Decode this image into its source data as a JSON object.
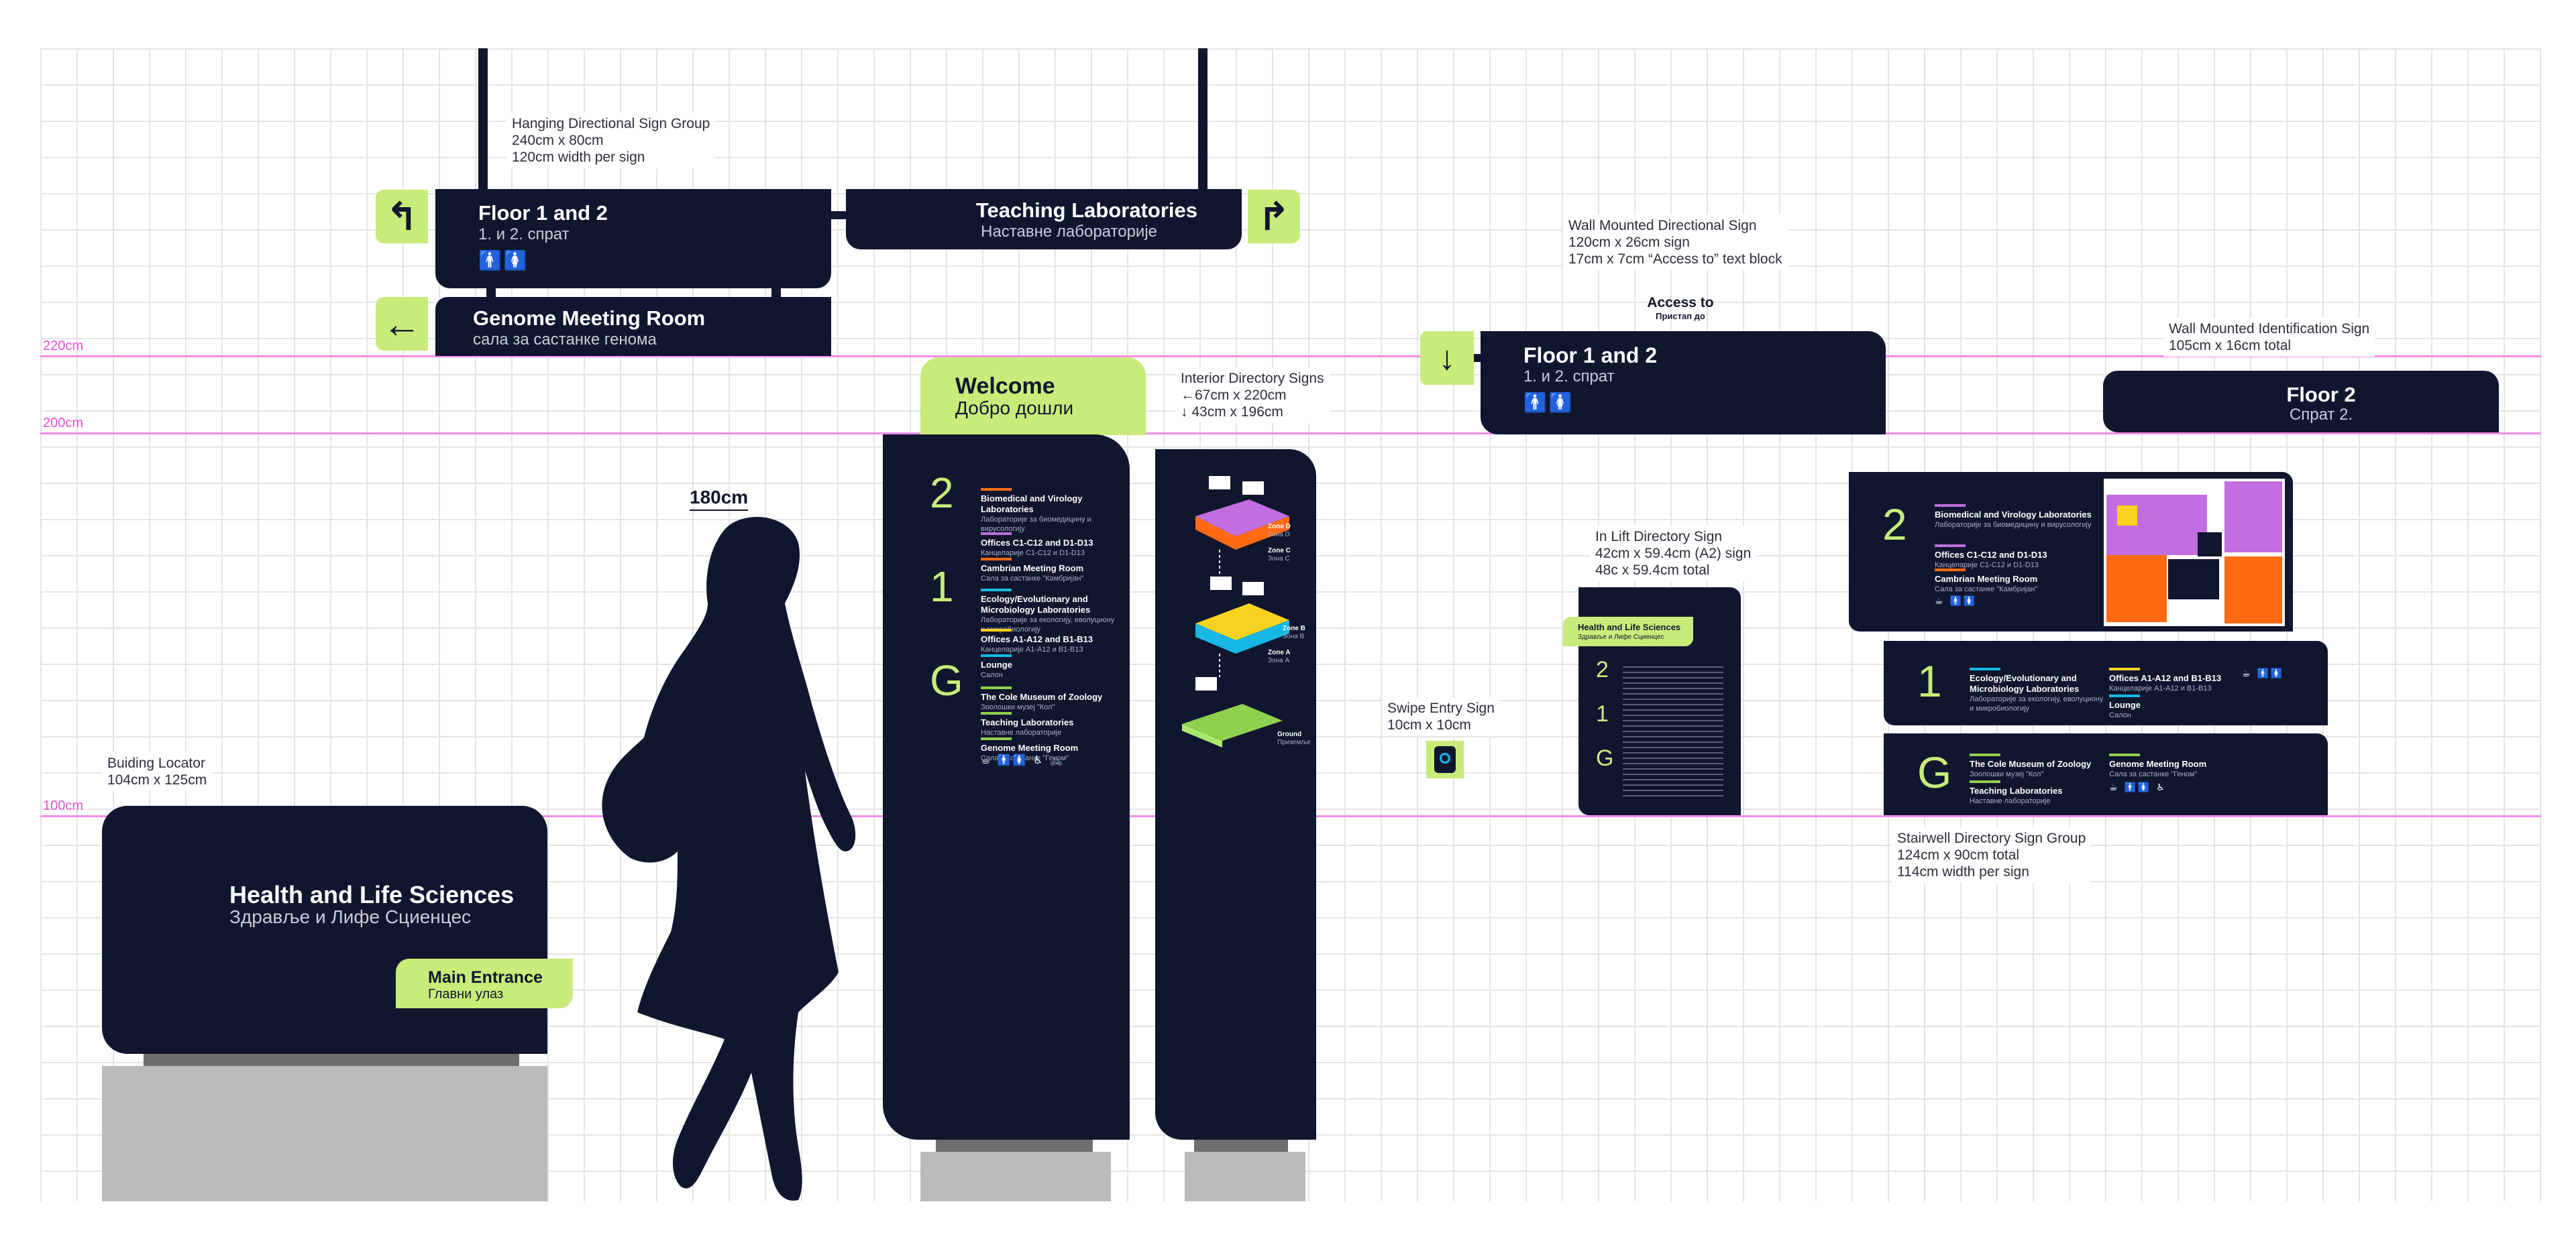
{
  "guides": {
    "h220": "220cm",
    "h200": "200cm",
    "h100": "100cm"
  },
  "colors": {
    "navy": "#11162f",
    "lime": "#c8ec7a",
    "guide": "#f58be8",
    "purple": "#c06ee0",
    "orange": "#ff6a13",
    "cyan": "#16b7e3",
    "yellow": "#f7d21e",
    "green": "#8fd14f"
  },
  "hanging": {
    "note": [
      "Hanging Directional Sign Group",
      "240cm x 80cm",
      "120cm width per sign"
    ],
    "sign1": {
      "title": "Floor 1 and 2",
      "subtitle": "1. и 2. спрат",
      "arrow": "↰",
      "icons": "🚹🚺"
    },
    "sign2": {
      "title": "Teaching Laboratories",
      "subtitle": "Наставне лабораторије",
      "arrow": "↱"
    },
    "sign3": {
      "title": "Genome Meeting Room",
      "subtitle": "сала за састанке генома",
      "arrow": "←"
    }
  },
  "wall_directional": {
    "note": [
      "Wall Mounted Directional Sign",
      "120cm x 26cm sign",
      "17cm x 7cm “Access to” text block"
    ],
    "access_to": "Access to",
    "access_to_sr": "Пристап до",
    "title": "Floor 1 and 2",
    "subtitle": "1. и 2. спрат",
    "arrow": "↓",
    "icons": "🚹🚺"
  },
  "wall_identification": {
    "note": [
      "Wall Mounted Identification Sign",
      "105cm x 16cm total"
    ],
    "title": "Floor 2",
    "subtitle": "Спрат  2."
  },
  "interior": {
    "note": [
      "Interior Directory Signs",
      "←67cm x 220cm",
      "↓ 43cm x 196cm"
    ],
    "welcome": "Welcome",
    "welcome_sr": "Добро дошли",
    "floors": {
      "f2": "2",
      "f1": "1",
      "fg": "G"
    },
    "entries": [
      {
        "a": "Biomedical and Virology Laboratories",
        "b": "Лабораторије за биомедицину и вирусологију"
      },
      {
        "a": "Offices C1-C12 and D1-D13",
        "b": "Канцеларије C1-C12 и D1-D13"
      },
      {
        "a": "Cambrian Meeting Room",
        "b": "Сала за састанке \"Камбријан\""
      },
      {
        "a": "Ecology/Evolutionary and Microbiology Laboratories",
        "b": "Лабораторије за екологију, еволуциону и микробиологију"
      },
      {
        "a": "Offices A1-A12 and B1-B13",
        "b": "Канцеларије A1-A12 и B1-B13"
      },
      {
        "a": "Lounge",
        "b": "Салон"
      },
      {
        "a": "The Cole Museum of Zoology",
        "b": "Зоолошки музеј \"Кол\""
      },
      {
        "a": "Teaching Laboratories",
        "b": "Наставне лабораторије"
      },
      {
        "a": "Genome Meeting Room",
        "b": "Сала за састанке \"Геном\""
      }
    ],
    "map_zones": [
      {
        "a": "Zone D",
        "b": "Зона D"
      },
      {
        "a": "Zone C",
        "b": "Зона C"
      },
      {
        "a": "Zone B",
        "b": "Зона B"
      },
      {
        "a": "Zone A",
        "b": "Зона A"
      },
      {
        "a": "Ground",
        "b": "Приземље"
      }
    ]
  },
  "person": {
    "height": "180cm"
  },
  "building_locator": {
    "note": [
      "Buiding Locator",
      "104cm x 125cm"
    ],
    "title": "Health and Life Sciences",
    "subtitle": "Здравље и Лифе Сциенцес",
    "entrance": "Main Entrance",
    "entrance_sr": "Главни улаз"
  },
  "swipe": {
    "note": [
      "Swipe Entry Sign",
      "10cm x 10cm"
    ]
  },
  "lift": {
    "note": [
      "In Lift Directory Sign",
      "42cm x 59.4cm (A2) sign",
      "48c x 59.4cm total"
    ],
    "header": "Health and Life Sciences",
    "header_sr": "Здравље и Лифе Сциенцес"
  },
  "stairwell": {
    "note": [
      "Stairwell Directory Sign Group",
      "124cm x 90cm total",
      "114cm width per sign"
    ]
  }
}
